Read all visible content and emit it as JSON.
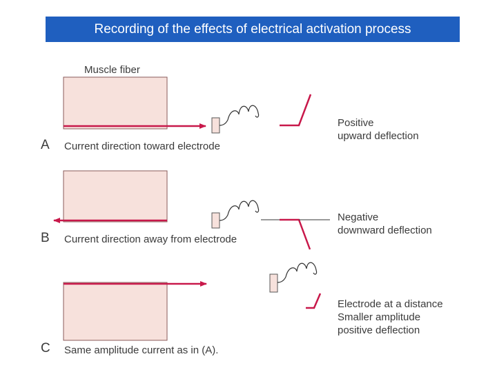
{
  "title": "Recording of the effects of electrical activation process",
  "muscle_fiber_label": "Muscle fiber",
  "panels": [
    {
      "letter": "A",
      "caption": "Current direction toward electrode",
      "result_lines": [
        "Positive",
        "upward deflection"
      ]
    },
    {
      "letter": "B",
      "caption": "Current direction away from electrode",
      "result_lines": [
        "Negative",
        "downward deflection"
      ]
    },
    {
      "letter": "C",
      "caption": "Same amplitude current  as in (A).",
      "result_lines": [
        "Electrode at a distance",
        "Smaller amplitude",
        "positive deflection"
      ]
    }
  ],
  "colors": {
    "title_bg": "#1f5fbf",
    "fiber_fill": "#f7e1dc",
    "arrow": "#c8184a",
    "text": "#3a3a3a"
  }
}
